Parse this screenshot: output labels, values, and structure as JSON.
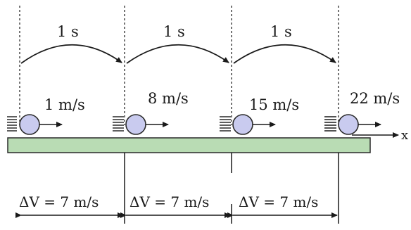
{
  "diagram": {
    "axis_label": "x",
    "intervals": [
      {
        "time_label": "1 s"
      },
      {
        "time_label": "1 s"
      },
      {
        "time_label": "1 s"
      }
    ],
    "balls": [
      {
        "speed_label": "1 m/s"
      },
      {
        "speed_label": "8 m/s"
      },
      {
        "speed_label": "15 m/s"
      },
      {
        "speed_label": "22 m/s"
      }
    ],
    "deltas": [
      {
        "label": "ΔV = 7 m/s"
      },
      {
        "label": "ΔV = 7 m/s"
      },
      {
        "label": "ΔV = 7 m/s"
      }
    ],
    "colors": {
      "track_fill": "#b9dcb4",
      "track_stroke": "#2b2b2b",
      "ball_fill": "#c9cbef",
      "ball_stroke": "#2b2b2b",
      "line": "#1a1a1a"
    }
  }
}
